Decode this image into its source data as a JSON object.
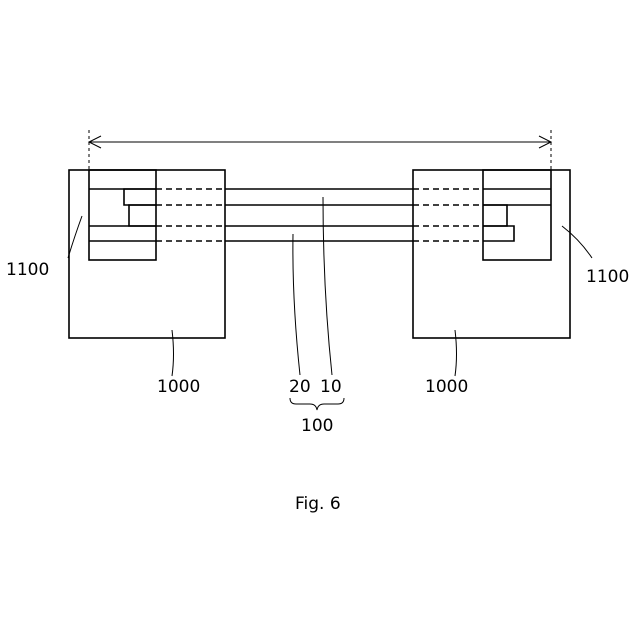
{
  "figure": {
    "caption": "Fig. 6"
  },
  "labels": {
    "block_left": "1000",
    "block_right": "1000",
    "clamp_left": "1100",
    "clamp_right": "1100",
    "layer_a": "20",
    "layer_b": "10",
    "assembly": "100"
  },
  "icons": {
    "dimension_arrow": "double-headed-arrow-icon"
  }
}
